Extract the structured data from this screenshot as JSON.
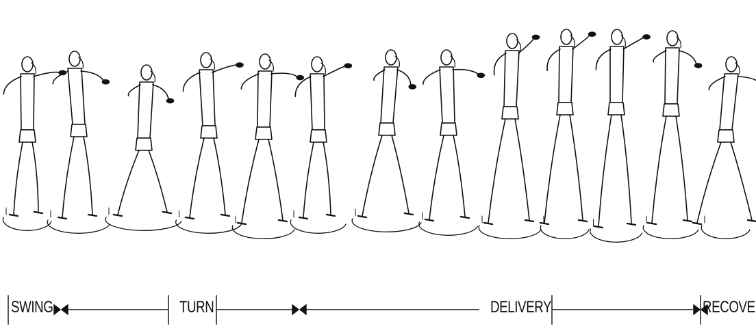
{
  "diagram": {
    "figure_icon": "athlete-silhouette",
    "frame_count": 13,
    "colors": {
      "ink": "#111111",
      "background": "#ffffff"
    },
    "phases": [
      {
        "id": "swing",
        "label": "SWING"
      },
      {
        "id": "turn",
        "label": "TURN"
      },
      {
        "id": "delivery",
        "label": "DELIVERY"
      },
      {
        "id": "recovery",
        "label": "RECOVERY"
      }
    ]
  }
}
